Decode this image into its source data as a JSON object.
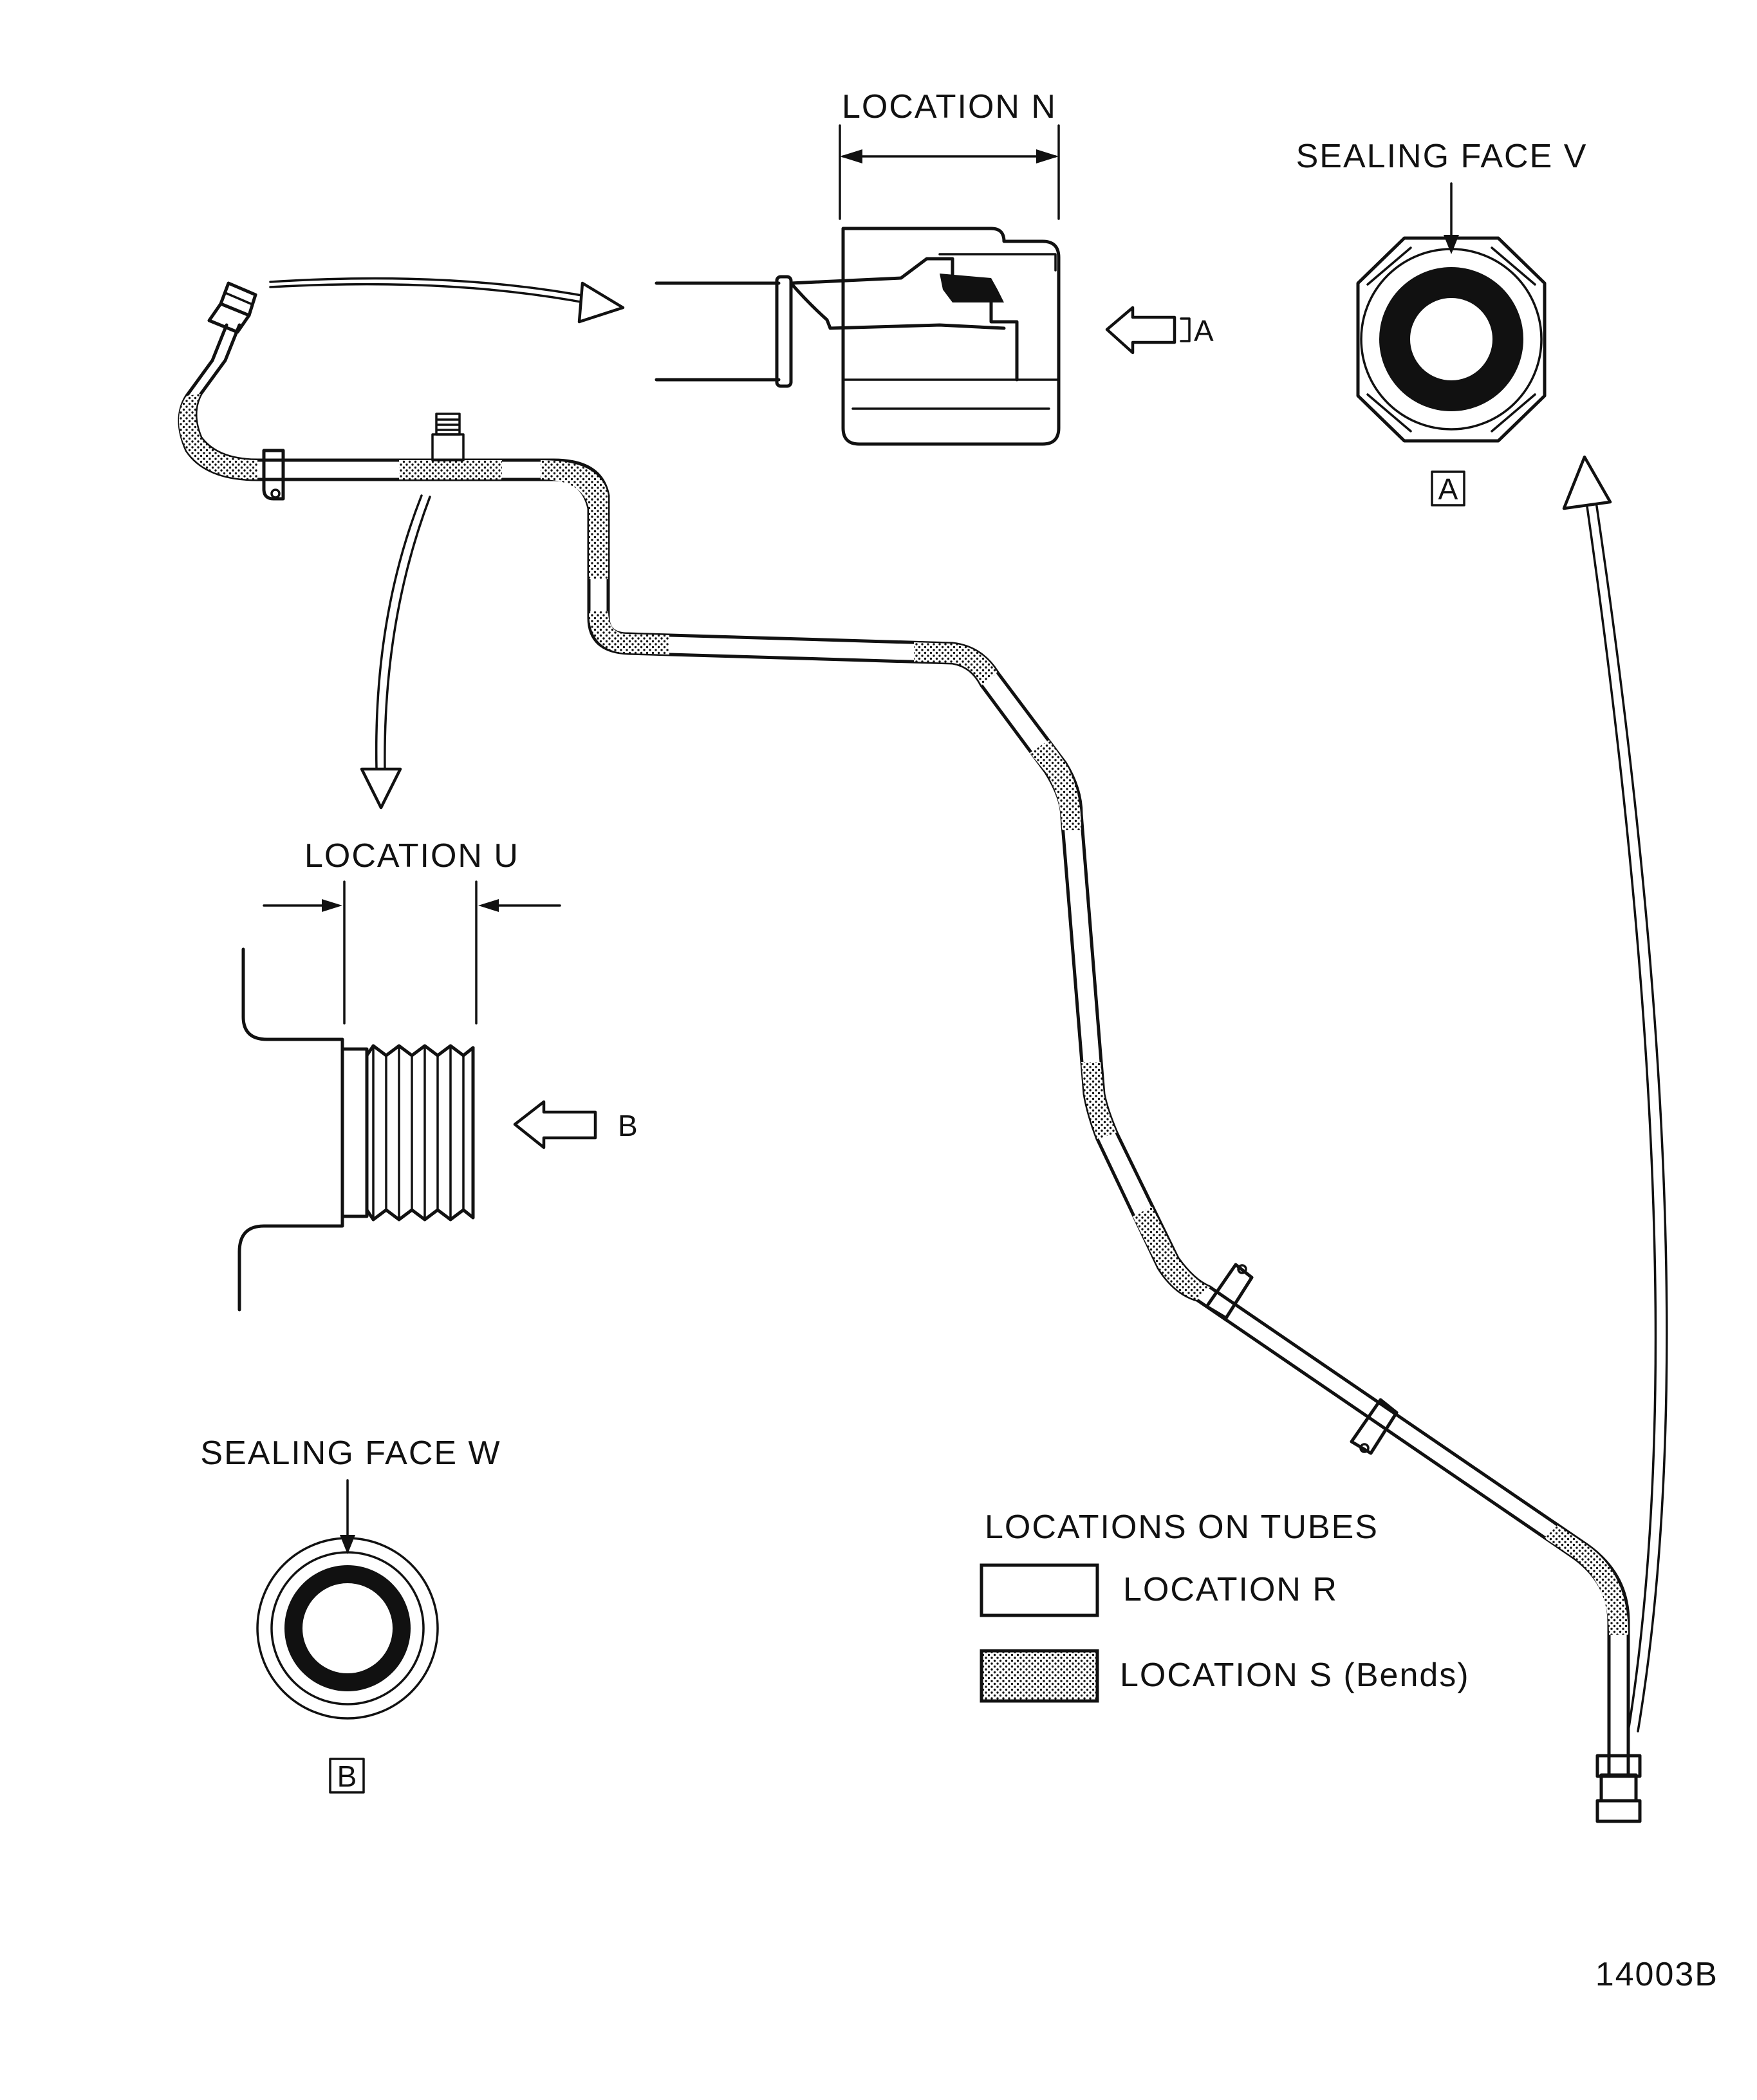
{
  "labels": {
    "location_n": "LOCATION N",
    "sealing_face_v": "SEALING FACE V",
    "arrow_a": "A",
    "view_a": "A",
    "location_u": "LOCATION U",
    "arrow_b": "B",
    "sealing_face_w": "SEALING FACE W",
    "view_b": "B",
    "figure_number": "14003B"
  },
  "legend": {
    "title": "LOCATIONS ON TUBES",
    "items": [
      {
        "label": "LOCATION R",
        "pattern": "plain"
      },
      {
        "label": "LOCATION S (Bends)",
        "pattern": "stippled"
      }
    ]
  },
  "colors": {
    "ink": "#111111",
    "paper": "#ffffff"
  }
}
